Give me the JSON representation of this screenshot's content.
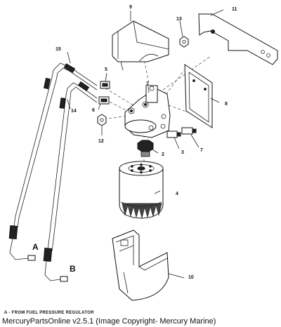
{
  "diagram": {
    "part_labels": [
      "1",
      "2",
      "3",
      "4",
      "5",
      "6",
      "7",
      "8",
      "9",
      "10",
      "11",
      "12",
      "13",
      "14",
      "15"
    ],
    "letter_labels": [
      "A",
      "B"
    ],
    "legend": "A  -  FROM FUEL PRESSURE REGULATOR",
    "copyright": "MercuryPartsOnline v2.5.1 (Image Copyright- Mercury Marine)"
  }
}
